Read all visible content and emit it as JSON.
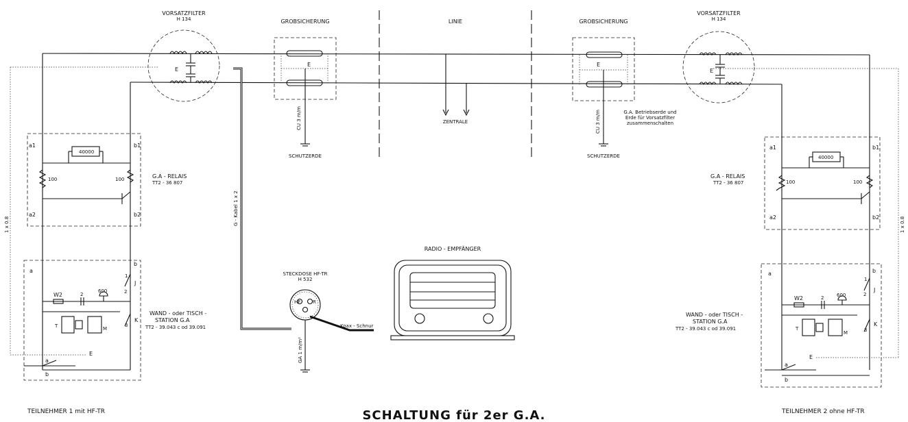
{
  "title": "SCHALTUNG für 2er G.A.",
  "left_subscriber": "TEILNEHMER 1 mit HF-TR",
  "right_subscriber": "TEILNEHMER 2 ohne HF-TR",
  "filter_label": "VORSATZFILTER",
  "filter_model": "H 134",
  "fuse_label": "GROBSICHERUNG",
  "line_label": "LINIE",
  "central_label": "ZENTRALE",
  "earth_label": "SCHUTZERDE",
  "cu_label": "CU 3 m/m",
  "earth_note_1": "G.A. Betriebserde und",
  "earth_note_2": "Erde für Vorsatzfilter",
  "earth_note_3": "zusammenschalten",
  "relay_label": "G.A - RELAIS",
  "relay_model": "TT2 - 36 807",
  "relay_resistor": "40000",
  "res_100": "100",
  "station_label_1": "WAND - oder TISCH -",
  "station_label_2": "STATION G.A",
  "station_model": "TT2 - 39.043 c od 39.091",
  "radio_label": "RADIO - EMPFÄNGER",
  "socket_label": "STECKDOSE HF-TR",
  "socket_model": "H 532",
  "coax_label": "Koax - Schnur",
  "gcable_label": "G - Kabel 1 x 2",
  "ga_label": "GA 1 m/m²",
  "wire_label": "1 x 0.8",
  "terms": {
    "a1": "a1",
    "b1": "b1",
    "a2": "a2",
    "b2": "b2",
    "a": "a",
    "b": "b",
    "e": "E",
    "w2": "W2",
    "c2": "2",
    "r600": "600",
    "j": "J",
    "k": "K",
    "t": "T",
    "mic": "M",
    "n1": "1",
    "n2": "2",
    "n3": "3",
    "hf": "HF",
    "r": "R"
  }
}
